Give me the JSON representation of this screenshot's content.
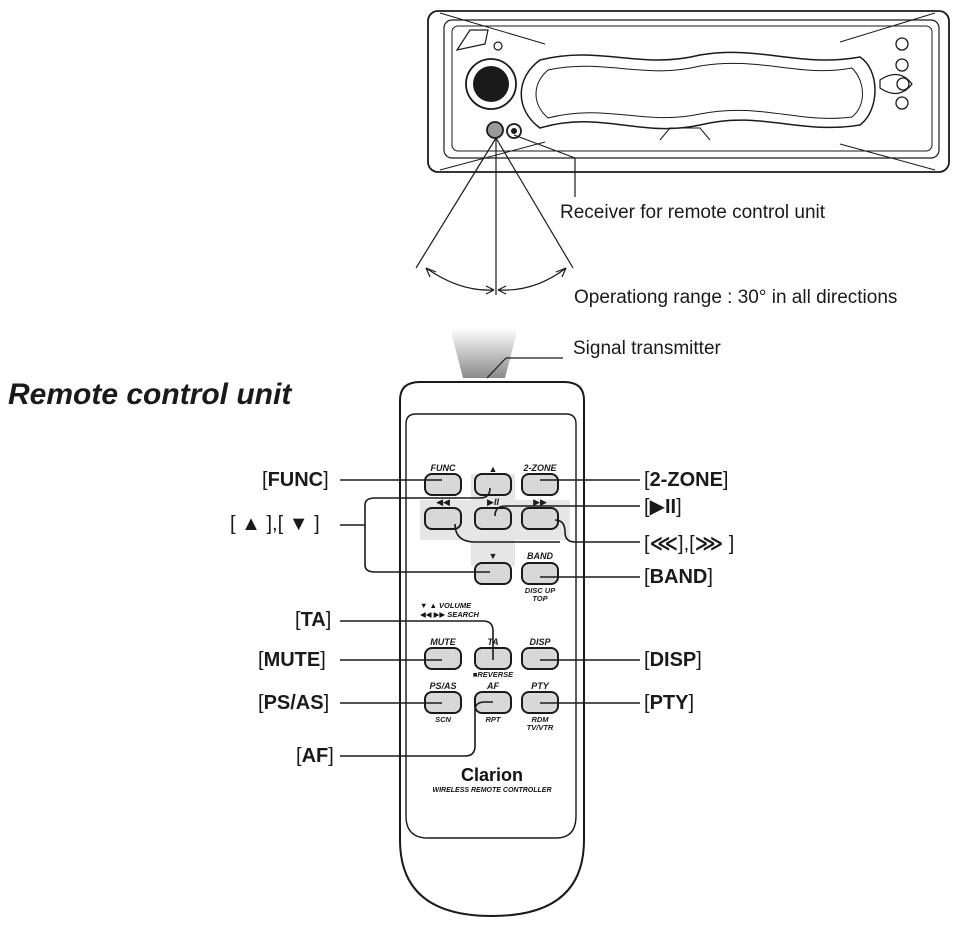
{
  "captions": {
    "receiver": "Receiver for remote control unit",
    "range": "Operationg range : 30° in all directions",
    "transmitter": "Signal transmitter"
  },
  "heading": "Remote control unit",
  "callouts": {
    "func": "FUNC",
    "arrows_up": "▲",
    "arrows_down": "▼",
    "ta": "TA",
    "mute": "MUTE",
    "psas": "PS/AS",
    "af": "AF",
    "twozone": "2-ZONE",
    "playpause": "▶II",
    "seek_back": "⋘",
    "seek_fwd": "⋙",
    "band": "BAND",
    "disp": "DISP",
    "pty": "PTY"
  },
  "remote": {
    "buttons": {
      "func": "FUNC",
      "up": "▲",
      "twozone": "2-ZONE",
      "rew": "◀◀",
      "playpause": "▶II",
      "ff": "▶▶",
      "down": "▼",
      "band": "BAND",
      "band_sub1": "DISC UP",
      "band_sub2": "TOP",
      "mute": "MUTE",
      "ta": "TA",
      "ta_sub": "■REVERSE",
      "disp": "DISP",
      "psas": "PS/AS",
      "psas_sub": "SCN",
      "af": "AF",
      "af_sub": "RPT",
      "pty": "PTY",
      "pty_sub1": "RDM",
      "pty_sub2": "TV/VTR"
    },
    "hint_volume": "▼ ▲ VOLUME",
    "hint_search": "◀◀ ▶▶ SEARCH",
    "brand": "Clarion",
    "brand_sub": "WIRELESS REMOTE CONTROLLER"
  },
  "colors": {
    "ink": "#1a1a1a",
    "button_fill": "#d8d8d8",
    "panel_fill": "#e6e6e6"
  }
}
